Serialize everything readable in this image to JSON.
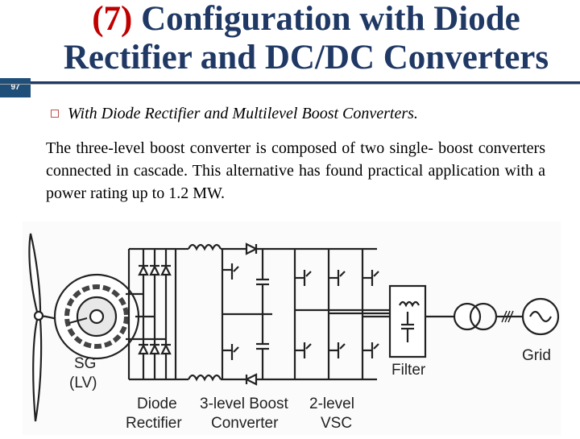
{
  "slide": {
    "number": "97",
    "title_number": "(7)",
    "title_line1_rest": " Configuration with Diode",
    "title_line2": "Rectifier and DC/DC Converters"
  },
  "bullet": "With Diode Rectifier and Multilevel Boost Converters.",
  "paragraph": "The three-level boost converter is composed of two single- boost converters connected in cascade. This alternative has found practical application with a power rating up to 1.2 MW.",
  "figure": {
    "labels": {
      "sg_line1": "SG",
      "sg_line2": "(LV)",
      "diode_line1": "Diode",
      "diode_line2": "Rectifier",
      "boost_line1": "3-level Boost",
      "boost_line2": "Converter",
      "vsc_line1": "2-level",
      "vsc_line2": "VSC",
      "filter": "Filter",
      "grid": "Grid"
    }
  },
  "colors": {
    "title": "#1f3864",
    "title_number": "#c00000",
    "bullet_marker": "#c0504d",
    "slide_number_bg": "#1f4e79"
  }
}
